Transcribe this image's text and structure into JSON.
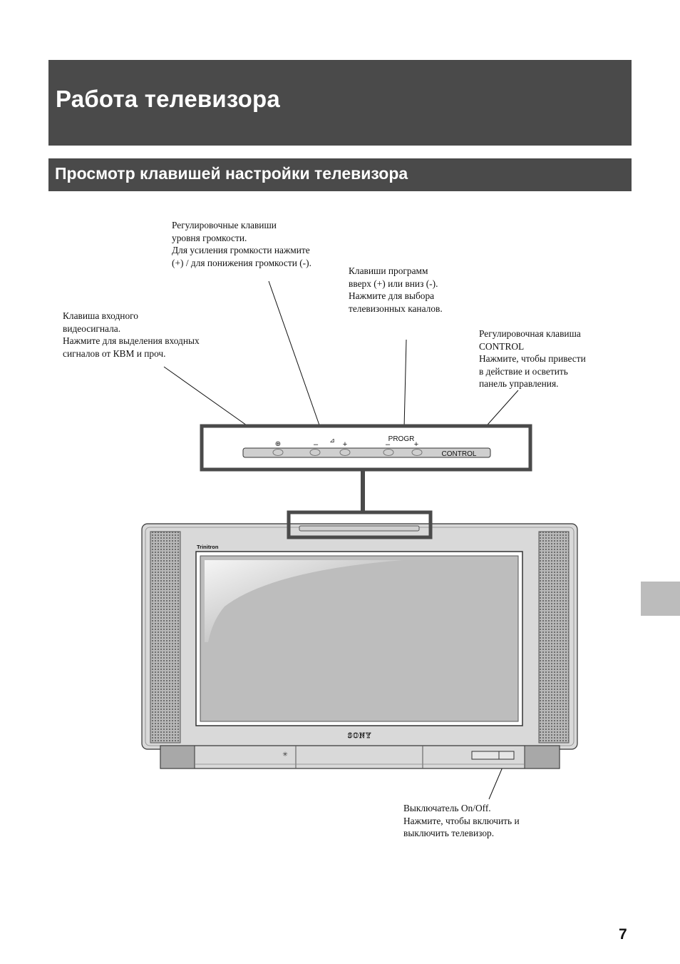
{
  "page": {
    "title": "Работа телевизора",
    "subtitle": "Просмотр клавишей настройки телевизора",
    "page_number": "7"
  },
  "callouts": {
    "volume": [
      "Регулировочные клавиши",
      "уровня громкости.",
      "Для усиления громкости нажмите",
      "(+) / для понижения громкости (-)."
    ],
    "programs": [
      "Клавиши программ",
      "вверх (+) или вниз (-).",
      "Нажмите для выбора",
      "телевизонных каналов."
    ],
    "input": [
      "Клавиша входного",
      "видеосигнала.",
      "Нажмите для выделения входных",
      "сигналов от КВМ и проч."
    ],
    "control": [
      "Регулировочная клавиша",
      "CONTROL",
      "Нажмите, чтобы привести",
      "в действие и осветить",
      "панель управления."
    ],
    "power": [
      "Выключатель On/Off.",
      "Нажмите, чтобы включить и",
      "выключить телевизор."
    ]
  },
  "panel": {
    "progr_label": "PROGR",
    "control_label": "CONTROL",
    "minus": "–",
    "plus": "+",
    "input_glyph": "⊕",
    "volume_glyph": "⊿"
  },
  "tv": {
    "brand": "SONY",
    "model_label": "Trinitron",
    "standby_glyph": "✳"
  },
  "colors": {
    "header_bg": "#4a4a4a",
    "header_text": "#ffffff",
    "side_tab": "#bcbcbc",
    "tv_body": "#d9d9d9",
    "screen": "#bdbdbd"
  }
}
